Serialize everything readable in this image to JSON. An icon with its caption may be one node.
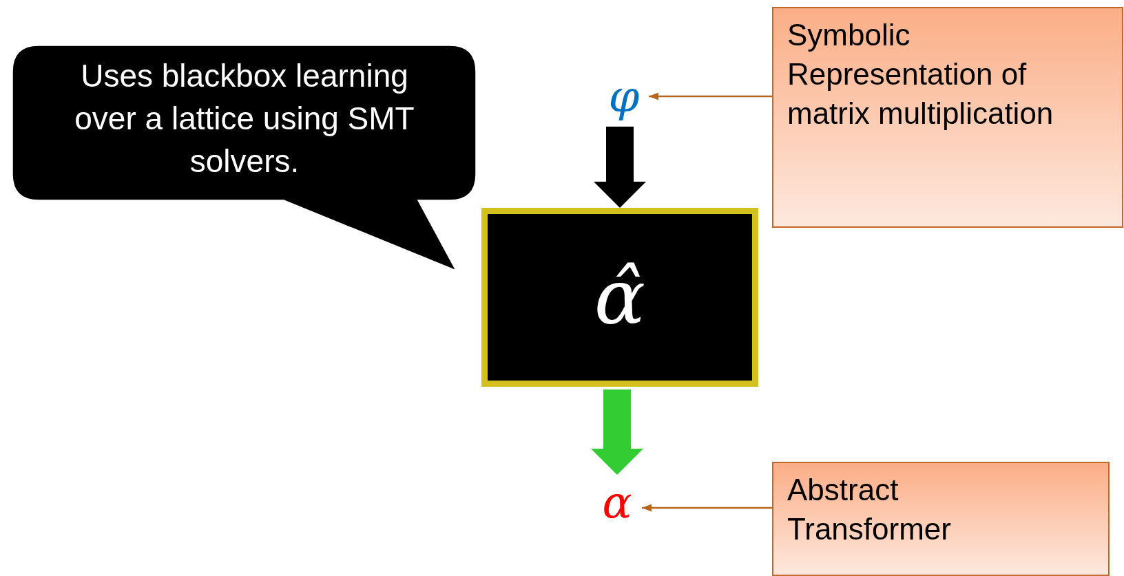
{
  "diagram": {
    "nodes": [
      {
        "text": [
          "Uses blackbox learning over a lattice using SMT solvers."
        ]
      },
      {
        "text": [
          "φ"
        ]
      },
      {
        "text": [
          "α̂"
        ]
      },
      {
        "text": [
          "α"
        ]
      },
      {
        "text": [
          "Symbolic Representation of matrix multiplication"
        ]
      },
      {
        "text": [
          "Abstract Transformer"
        ]
      }
    ],
    "edges": [
      {
        "from": 1,
        "to": 2,
        "arrow": "to",
        "style": "thick",
        "color": "#000000"
      },
      {
        "from": 2,
        "to": 3,
        "arrow": "to",
        "style": "thick",
        "color": "#33cc33"
      },
      {
        "from": 4,
        "to": 1,
        "arrow": "to",
        "color": "#b5651d"
      },
      {
        "from": 5,
        "to": 3,
        "arrow": "to",
        "color": "#b5651d"
      }
    ]
  }
}
